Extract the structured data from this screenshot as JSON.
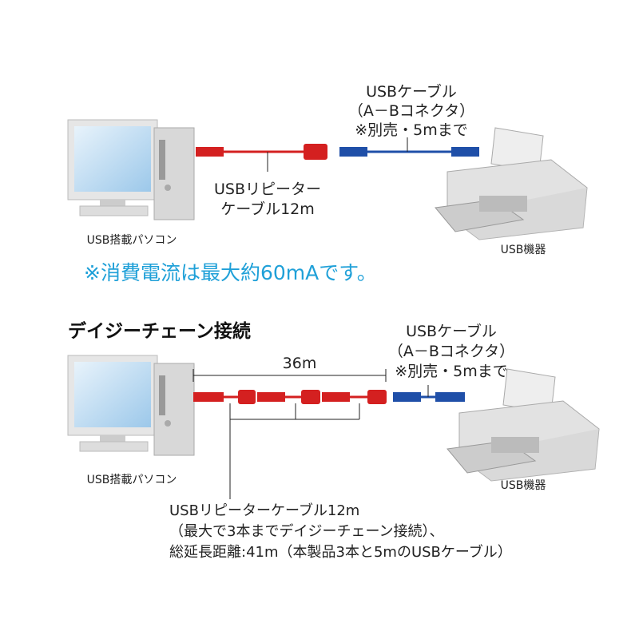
{
  "top": {
    "usb_cable_title": "USBケーブル",
    "usb_cable_connector": "（A－Bコネクタ）",
    "usb_cable_note": "※別売・5mまで",
    "repeater_line1": "USBリピーター",
    "repeater_line2": "ケーブル12m",
    "pc_label": "USB搭載パソコン",
    "device_label": "USB機器",
    "power_note": "※消費電流は最大約60mAです。"
  },
  "bottom": {
    "heading": "デイジーチェーン接続",
    "length_label": "36m",
    "usb_cable_title": "USBケーブル",
    "usb_cable_connector": "（A－Bコネクタ）",
    "usb_cable_note": "※別売・5mまで",
    "pc_label": "USB搭載パソコン",
    "device_label": "USB機器",
    "desc_line1": "USBリピーターケーブル12m",
    "desc_line2": "（最大で3本までデイジーチェーン接続）、",
    "desc_line3": "総延長距離:41m（本製品3本と5mのUSBケーブル）"
  },
  "colors": {
    "repeater": "#d42020",
    "usb_cable": "#1f4fa8",
    "note": "#1fa0d8"
  }
}
